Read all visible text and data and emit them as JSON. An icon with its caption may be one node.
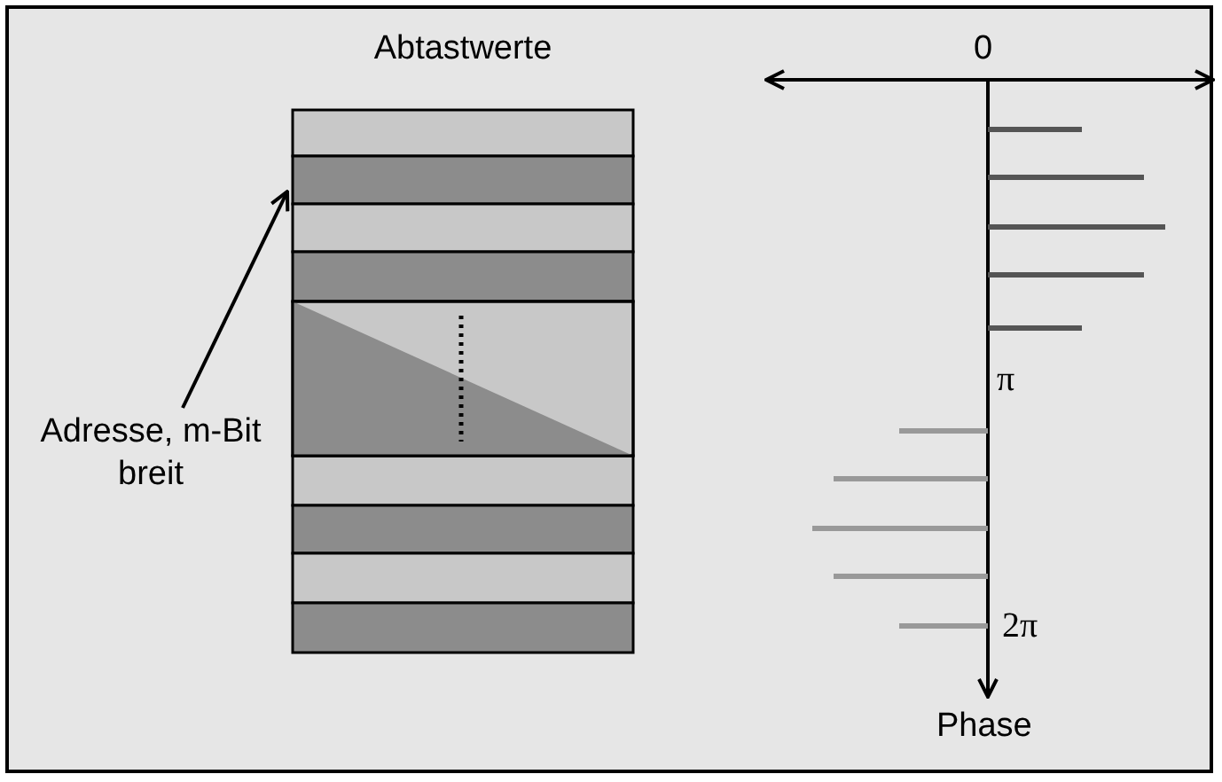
{
  "diagram": {
    "nodes": [
      {
        "text": [
          "Abtastwerte"
        ]
      },
      {
        "text": [
          "Adresse, m-Bit breit"
        ]
      }
    ],
    "edges": [
      {
        "from": 1,
        "to": 0,
        "arrow": "to"
      }
    ],
    "labels": [
      "0",
      "π",
      "2π",
      "Phase"
    ]
  }
}
